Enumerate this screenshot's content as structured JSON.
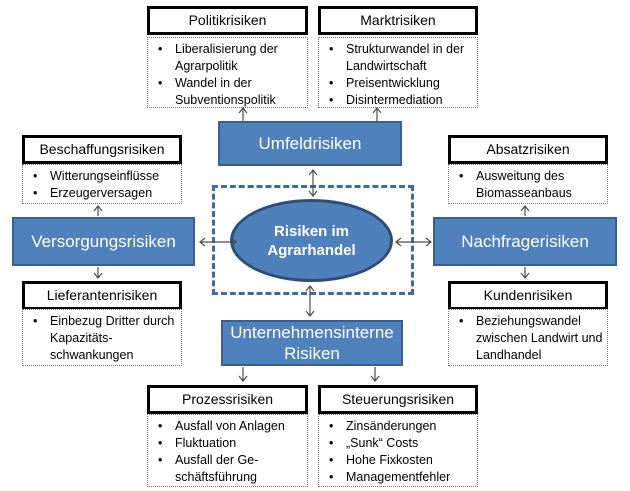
{
  "colors": {
    "hub-fill": "#4F81BD",
    "hub-border": "#3A5F8E",
    "ellipse-fill": "#4E80BC",
    "ellipse-border": "#2D4E77",
    "dashed-border": "#3C6BA8",
    "arrow": "#4D4D4D"
  },
  "center": {
    "line1": "Risiken im",
    "line2": "Agrarhandel"
  },
  "hubs": {
    "top": {
      "label": "Umfeldrisiken"
    },
    "left": {
      "label": "Versorgungsrisiken"
    },
    "right": {
      "label": "Nachfragerisiken"
    },
    "bottom": {
      "label": "Unternehmensinterne Risiken"
    }
  },
  "groups": {
    "politik": {
      "title": "Politikrisiken",
      "items": [
        "Liberalisierung der Agrarpolitik",
        "Wandel in der Subventionspolitik"
      ]
    },
    "markt": {
      "title": "Marktrisiken",
      "items": [
        "Strukturwandel in der Landwirtschaft",
        "Preisentwicklung",
        "Disintermediation"
      ]
    },
    "beschaffung": {
      "title": "Beschaffungsrisiken",
      "items": [
        "Witterungseinflüsse",
        "Erzeugerversagen"
      ]
    },
    "lieferanten": {
      "title": "Lieferantenrisiken",
      "items": [
        "Einbezug Dritter durch Kapazitäts- schwankungen"
      ]
    },
    "absatz": {
      "title": "Absatzrisiken",
      "items": [
        "Ausweitung des Biomasseanbaus"
      ]
    },
    "kunden": {
      "title": "Kundenrisiken",
      "items": [
        "Beziehungswandel zwischen Landwirt und Landhandel"
      ]
    },
    "prozess": {
      "title": "Prozessrisiken",
      "items": [
        "Ausfall von Anlagen",
        "Fluktuation",
        "Ausfall der Ge- schäftsführung"
      ]
    },
    "steuerung": {
      "title": "Steuerungsrisiken",
      "items": [
        "Zinsänderungen",
        "„Sunk“ Costs",
        "Hohe Fixkosten",
        "Managementfehler"
      ]
    }
  }
}
